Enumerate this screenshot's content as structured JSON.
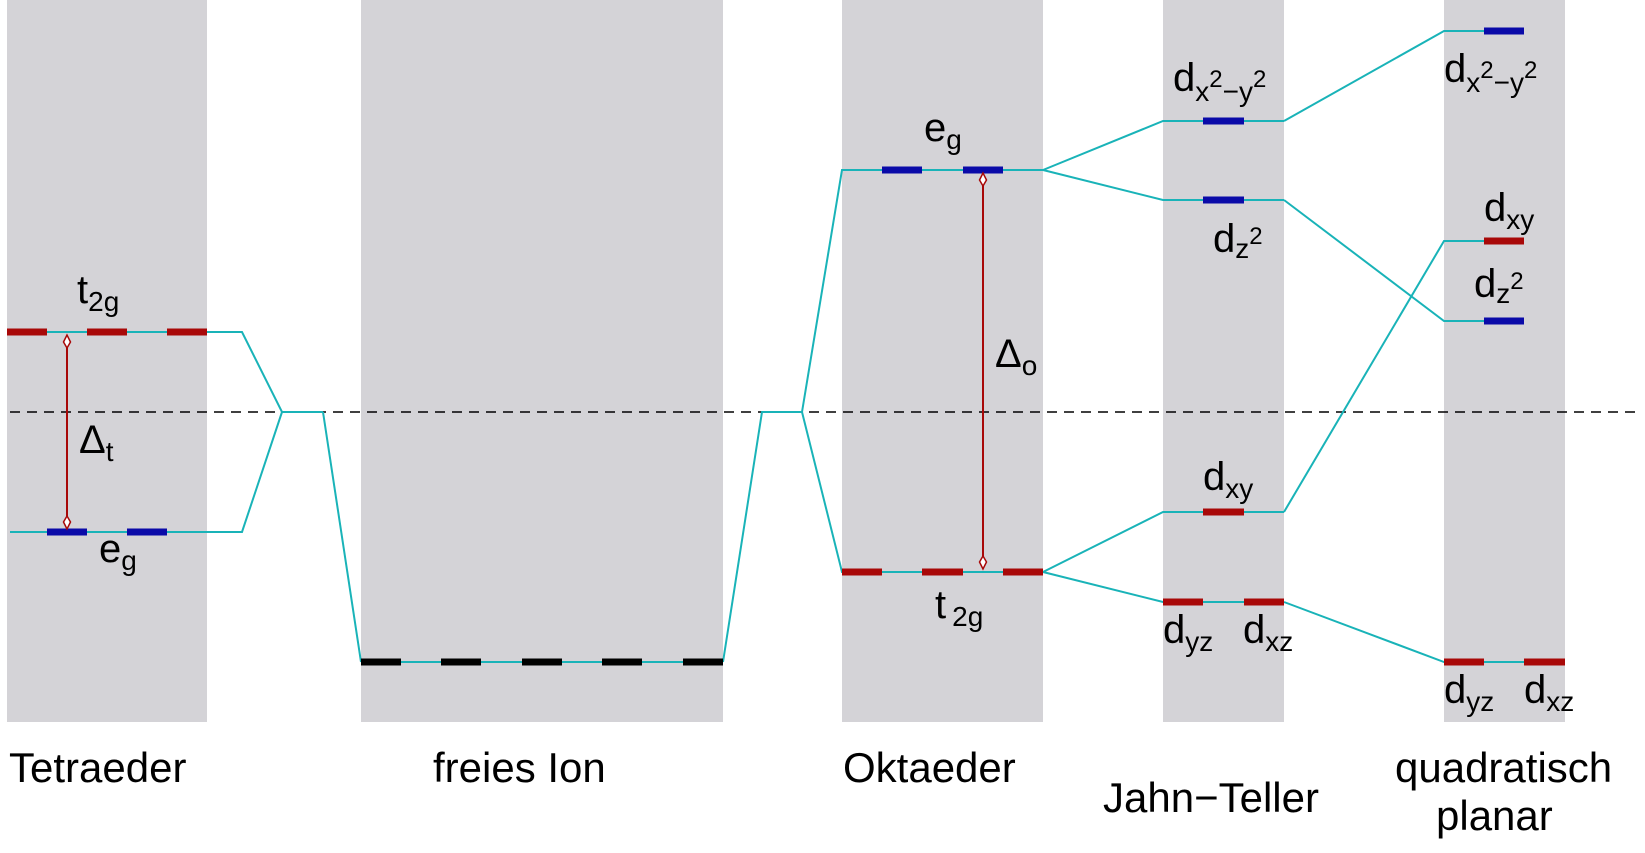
{
  "colors": {
    "panel": "#d4d3d7",
    "connector": "#19b3b8",
    "level_blue": "#0a0aa8",
    "level_red": "#a80808",
    "level_black": "#000000",
    "arrow": "#a80808",
    "dashed": "#000000"
  },
  "columns": {
    "tetraeder": {
      "title": "Tetraeder",
      "upper": {
        "name": "t",
        "sub": "2g"
      },
      "lower": {
        "name": "e",
        "sub": "g"
      },
      "gap": {
        "name": "Δ",
        "sub": "t"
      }
    },
    "freies_ion": {
      "title": "freies Ion"
    },
    "oktaeder": {
      "title": "Oktaeder",
      "upper": {
        "name": "e",
        "sub": "g"
      },
      "lower": {
        "name": "t",
        "sub": "2g"
      },
      "gap": {
        "name": "Δ",
        "sub": "o"
      }
    },
    "jahn_teller": {
      "title": "Jahn−Teller",
      "dx2y2": {
        "d": "d",
        "sub_a": "x",
        "sup_a": "2",
        "minus": "−",
        "sub_b": "y",
        "sup_b": "2"
      },
      "dz2": {
        "d": "d",
        "sub": "z",
        "sup": "2"
      },
      "dxy": {
        "d": "d",
        "sub": "xy"
      },
      "dyz": {
        "d": "d",
        "sub": "yz"
      },
      "dxz": {
        "d": "d",
        "sub": "xz"
      }
    },
    "quadratisch_planar": {
      "title_line1": "quadratisch",
      "title_line2": "planar",
      "dx2y2": {
        "d": "d",
        "sub_a": "x",
        "sup_a": "2",
        "minus": "−",
        "sub_b": "y",
        "sup_b": "2"
      },
      "dxy": {
        "d": "d",
        "sub": "xy"
      },
      "dz2": {
        "d": "d",
        "sub": "z",
        "sup": "2"
      },
      "dyz": {
        "d": "d",
        "sub": "yz"
      },
      "dxz": {
        "d": "d",
        "sub": "xz"
      }
    }
  }
}
